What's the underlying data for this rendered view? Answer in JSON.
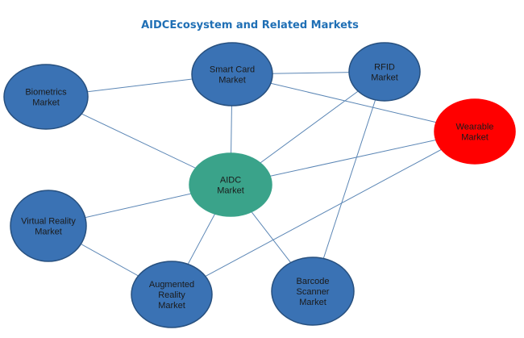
{
  "title": "AIDCEcosystem and Related Markets",
  "colors": {
    "node_default": "#3a72b4",
    "node_stroke": "#27507f",
    "node_center": "#3aa38a",
    "node_highlight": "#ff0000",
    "edge": "#5b86b5",
    "title": "#1f6fb5"
  },
  "nodes": [
    {
      "id": "biometrics",
      "lines": [
        "Biometrics",
        "Market"
      ],
      "style": "default"
    },
    {
      "id": "smartcard",
      "lines": [
        "Smart Card",
        "Market"
      ],
      "style": "default"
    },
    {
      "id": "rfid",
      "lines": [
        "RFID",
        "Market"
      ],
      "style": "default"
    },
    {
      "id": "wearable",
      "lines": [
        "Wearable",
        "Market"
      ],
      "style": "highlight"
    },
    {
      "id": "aidc",
      "lines": [
        "AIDC",
        "Market"
      ],
      "style": "center"
    },
    {
      "id": "vr",
      "lines": [
        "Virtual Reality",
        "Market"
      ],
      "style": "default"
    },
    {
      "id": "ar",
      "lines": [
        "Augmented",
        "Reality",
        "Market"
      ],
      "style": "default"
    },
    {
      "id": "barcode",
      "lines": [
        "Barcode",
        "Scanner",
        "Market"
      ],
      "style": "default"
    }
  ],
  "edges": [
    [
      "biometrics",
      "smartcard"
    ],
    [
      "biometrics",
      "aidc"
    ],
    [
      "smartcard",
      "rfid"
    ],
    [
      "smartcard",
      "aidc"
    ],
    [
      "smartcard",
      "wearable"
    ],
    [
      "rfid",
      "aidc"
    ],
    [
      "rfid",
      "barcode"
    ],
    [
      "wearable",
      "aidc"
    ],
    [
      "wearable",
      "ar"
    ],
    [
      "aidc",
      "vr"
    ],
    [
      "aidc",
      "ar"
    ],
    [
      "aidc",
      "barcode"
    ],
    [
      "vr",
      "ar"
    ]
  ]
}
